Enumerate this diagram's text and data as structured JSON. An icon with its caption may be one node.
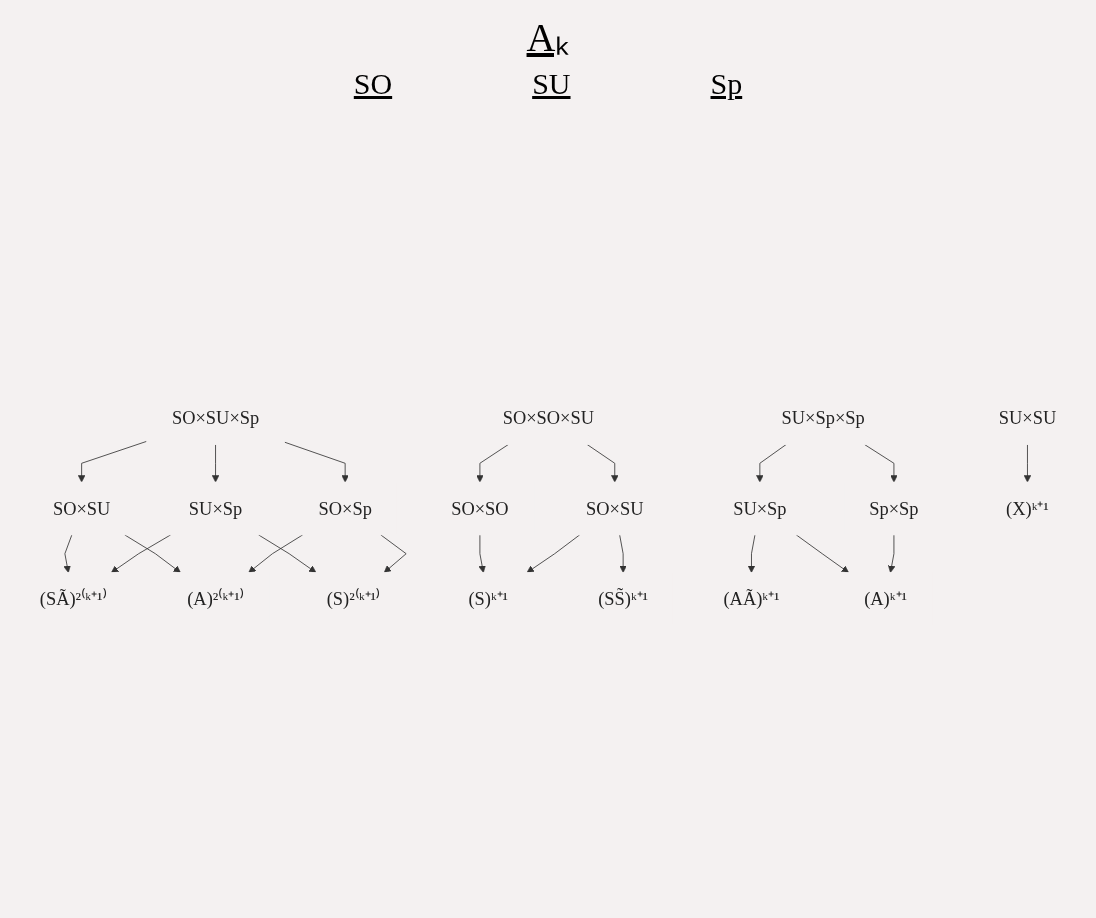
{
  "diagram": {
    "title": "Aₖ",
    "nodes": [
      {
        "text": [
          "(SÃ)²⁽ᵏ⁺¹⁾"
        ]
      },
      {
        "text": [
          "SO×SU×Sp"
        ]
      },
      {
        "text": [
          "SO×SU"
        ]
      },
      {
        "text": [
          "SU×Sp"
        ]
      },
      {
        "text": [
          "SO×Sp"
        ]
      },
      {
        "text": [
          "SO×SO×SU"
        ]
      },
      {
        "text": [
          "(SS̃)ᵏ⁺¹"
        ]
      },
      {
        "text": [
          "(AÃ)ᵏ⁺¹"
        ]
      },
      {
        "text": [
          "SU×Sp×Sp"
        ]
      },
      {
        "text": [
          "(A)²⁽ᵏ⁺¹⁾"
        ]
      },
      {
        "text": [
          "(S)²⁽ᵏ⁺¹⁾"
        ]
      },
      {
        "text": [
          "SO×SO"
        ]
      },
      {
        "text": [
          "SO×SU"
        ]
      },
      {
        "text": [
          "SU×SU"
        ]
      },
      {
        "text": [
          "SU×Sp"
        ]
      },
      {
        "text": [
          "Sp×Sp"
        ]
      },
      {
        "text": [
          "(S)ᵏ⁺¹"
        ]
      },
      {
        "text": [
          "(X)ᵏ⁺¹"
        ]
      },
      {
        "text": [
          "(A)ᵏ⁺¹"
        ]
      }
    ],
    "edges": [
      {
        "from": 2,
        "to": 0,
        "arrow": "to"
      },
      {
        "from": 3,
        "to": 0,
        "arrow": "to"
      },
      {
        "from": 1,
        "to": 2,
        "arrow": "to"
      },
      {
        "from": 1,
        "to": 3,
        "arrow": "to"
      },
      {
        "from": 1,
        "to": 4,
        "arrow": "to"
      },
      {
        "from": 2,
        "to": 9,
        "arrow": "to"
      },
      {
        "from": 4,
        "to": 9,
        "arrow": "to"
      },
      {
        "from": 3,
        "to": 10,
        "arrow": "to"
      },
      {
        "from": 4,
        "to": 10,
        "arrow": "to"
      },
      {
        "from": 5,
        "to": 11,
        "arrow": "to"
      },
      {
        "from": 5,
        "to": 12,
        "arrow": "to"
      },
      {
        "from": 12,
        "to": 6,
        "arrow": "to"
      },
      {
        "from": 8,
        "to": 14,
        "arrow": "to"
      },
      {
        "from": 8,
        "to": 15,
        "arrow": "to"
      },
      {
        "from": 14,
        "to": 7,
        "arrow": "to"
      },
      {
        "from": 11,
        "to": 16,
        "arrow": "to"
      },
      {
        "from": 12,
        "to": 16,
        "arrow": "to"
      },
      {
        "from": 13,
        "to": 17,
        "arrow": "to"
      },
      {
        "from": 14,
        "to": 18,
        "arrow": "to"
      },
      {
        "from": 15,
        "to": 18,
        "arrow": "to"
      }
    ],
    "labels": [
      "SO",
      "SU",
      "Sp"
    ]
  }
}
